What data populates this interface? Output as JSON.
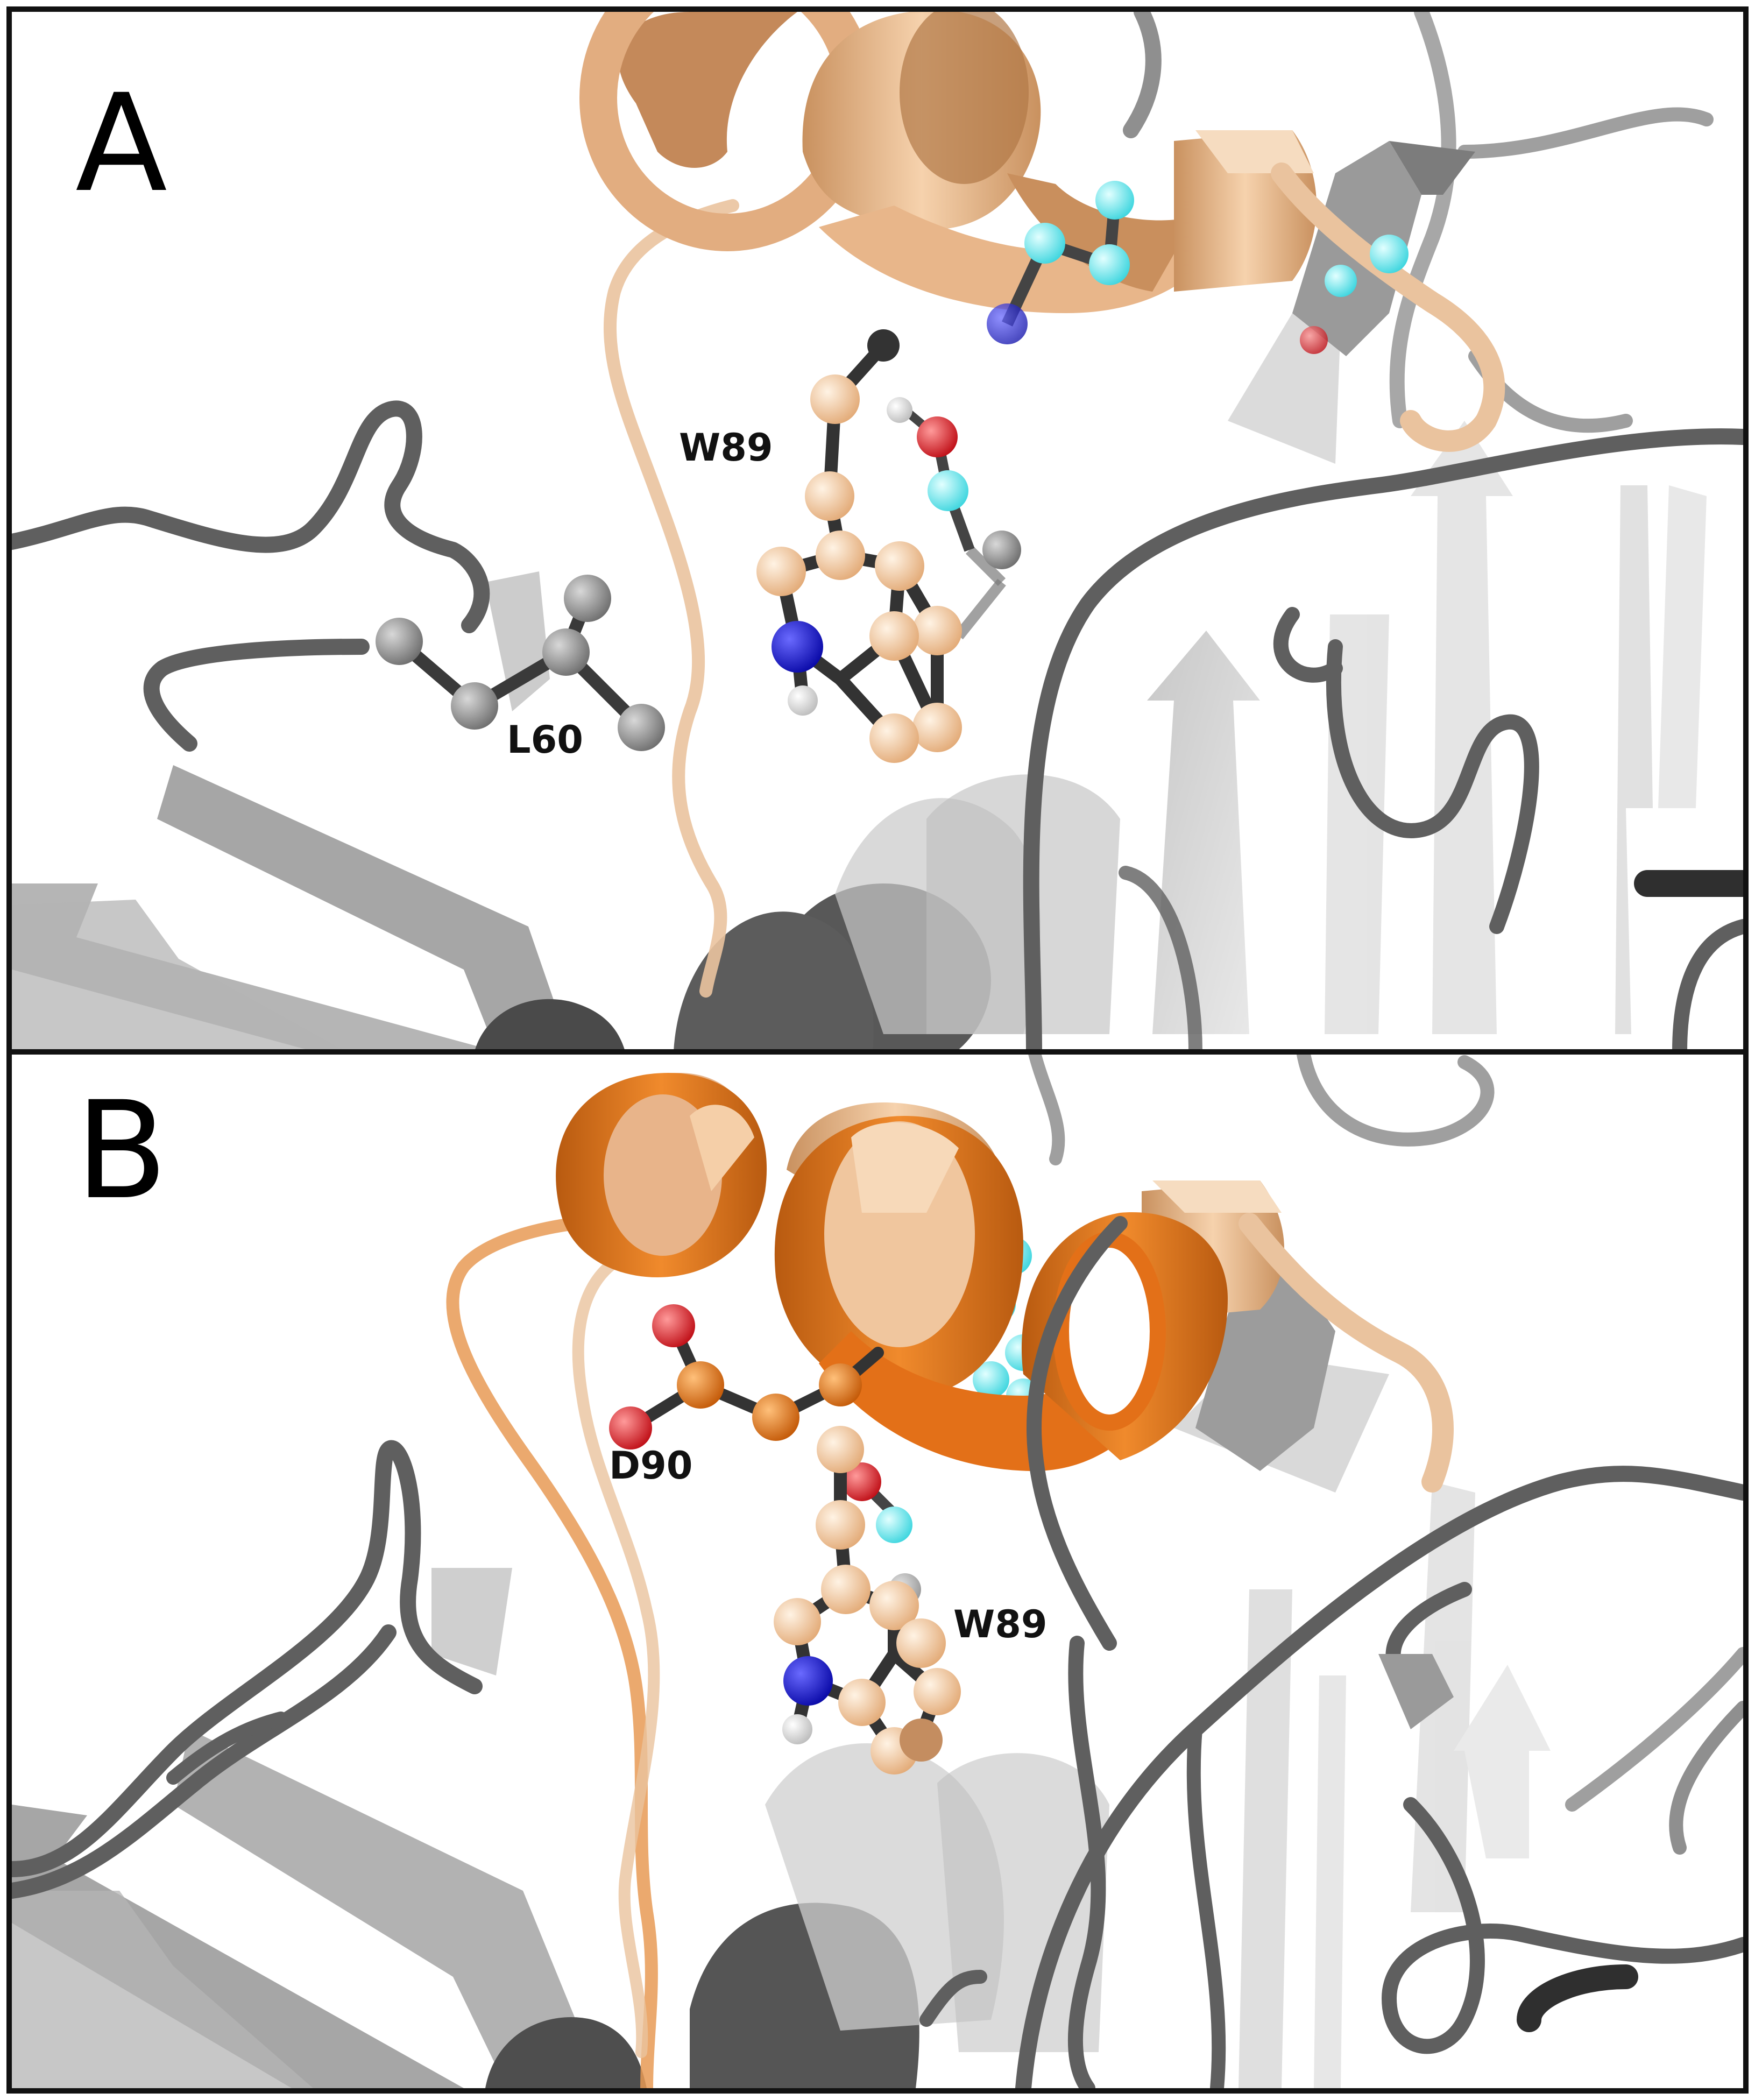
{
  "panels": [
    {
      "letter": "A",
      "labels": {
        "w89": "W89",
        "l60": "L60"
      }
    },
    {
      "letter": "B",
      "labels": {
        "d90": "D90",
        "w89": "W89"
      }
    }
  ],
  "colors": {
    "frame": "#111111",
    "loop_gray": "#5e5e5e",
    "sheet_gray": "#a9a9a9",
    "helix_wheat": "#e9b98c",
    "helix_orange": "#e3721c",
    "atom_carbon_wheat": "#f2c9a2",
    "atom_carbon_gray": "#8f8f8f",
    "atom_carbon_cyan": "#6cecf0",
    "atom_carbon_orange": "#e87a1a",
    "atom_nitrogen": "#1414d6",
    "atom_oxygen": "#e8202a",
    "atom_hydrogen": "#e2e2e2"
  }
}
